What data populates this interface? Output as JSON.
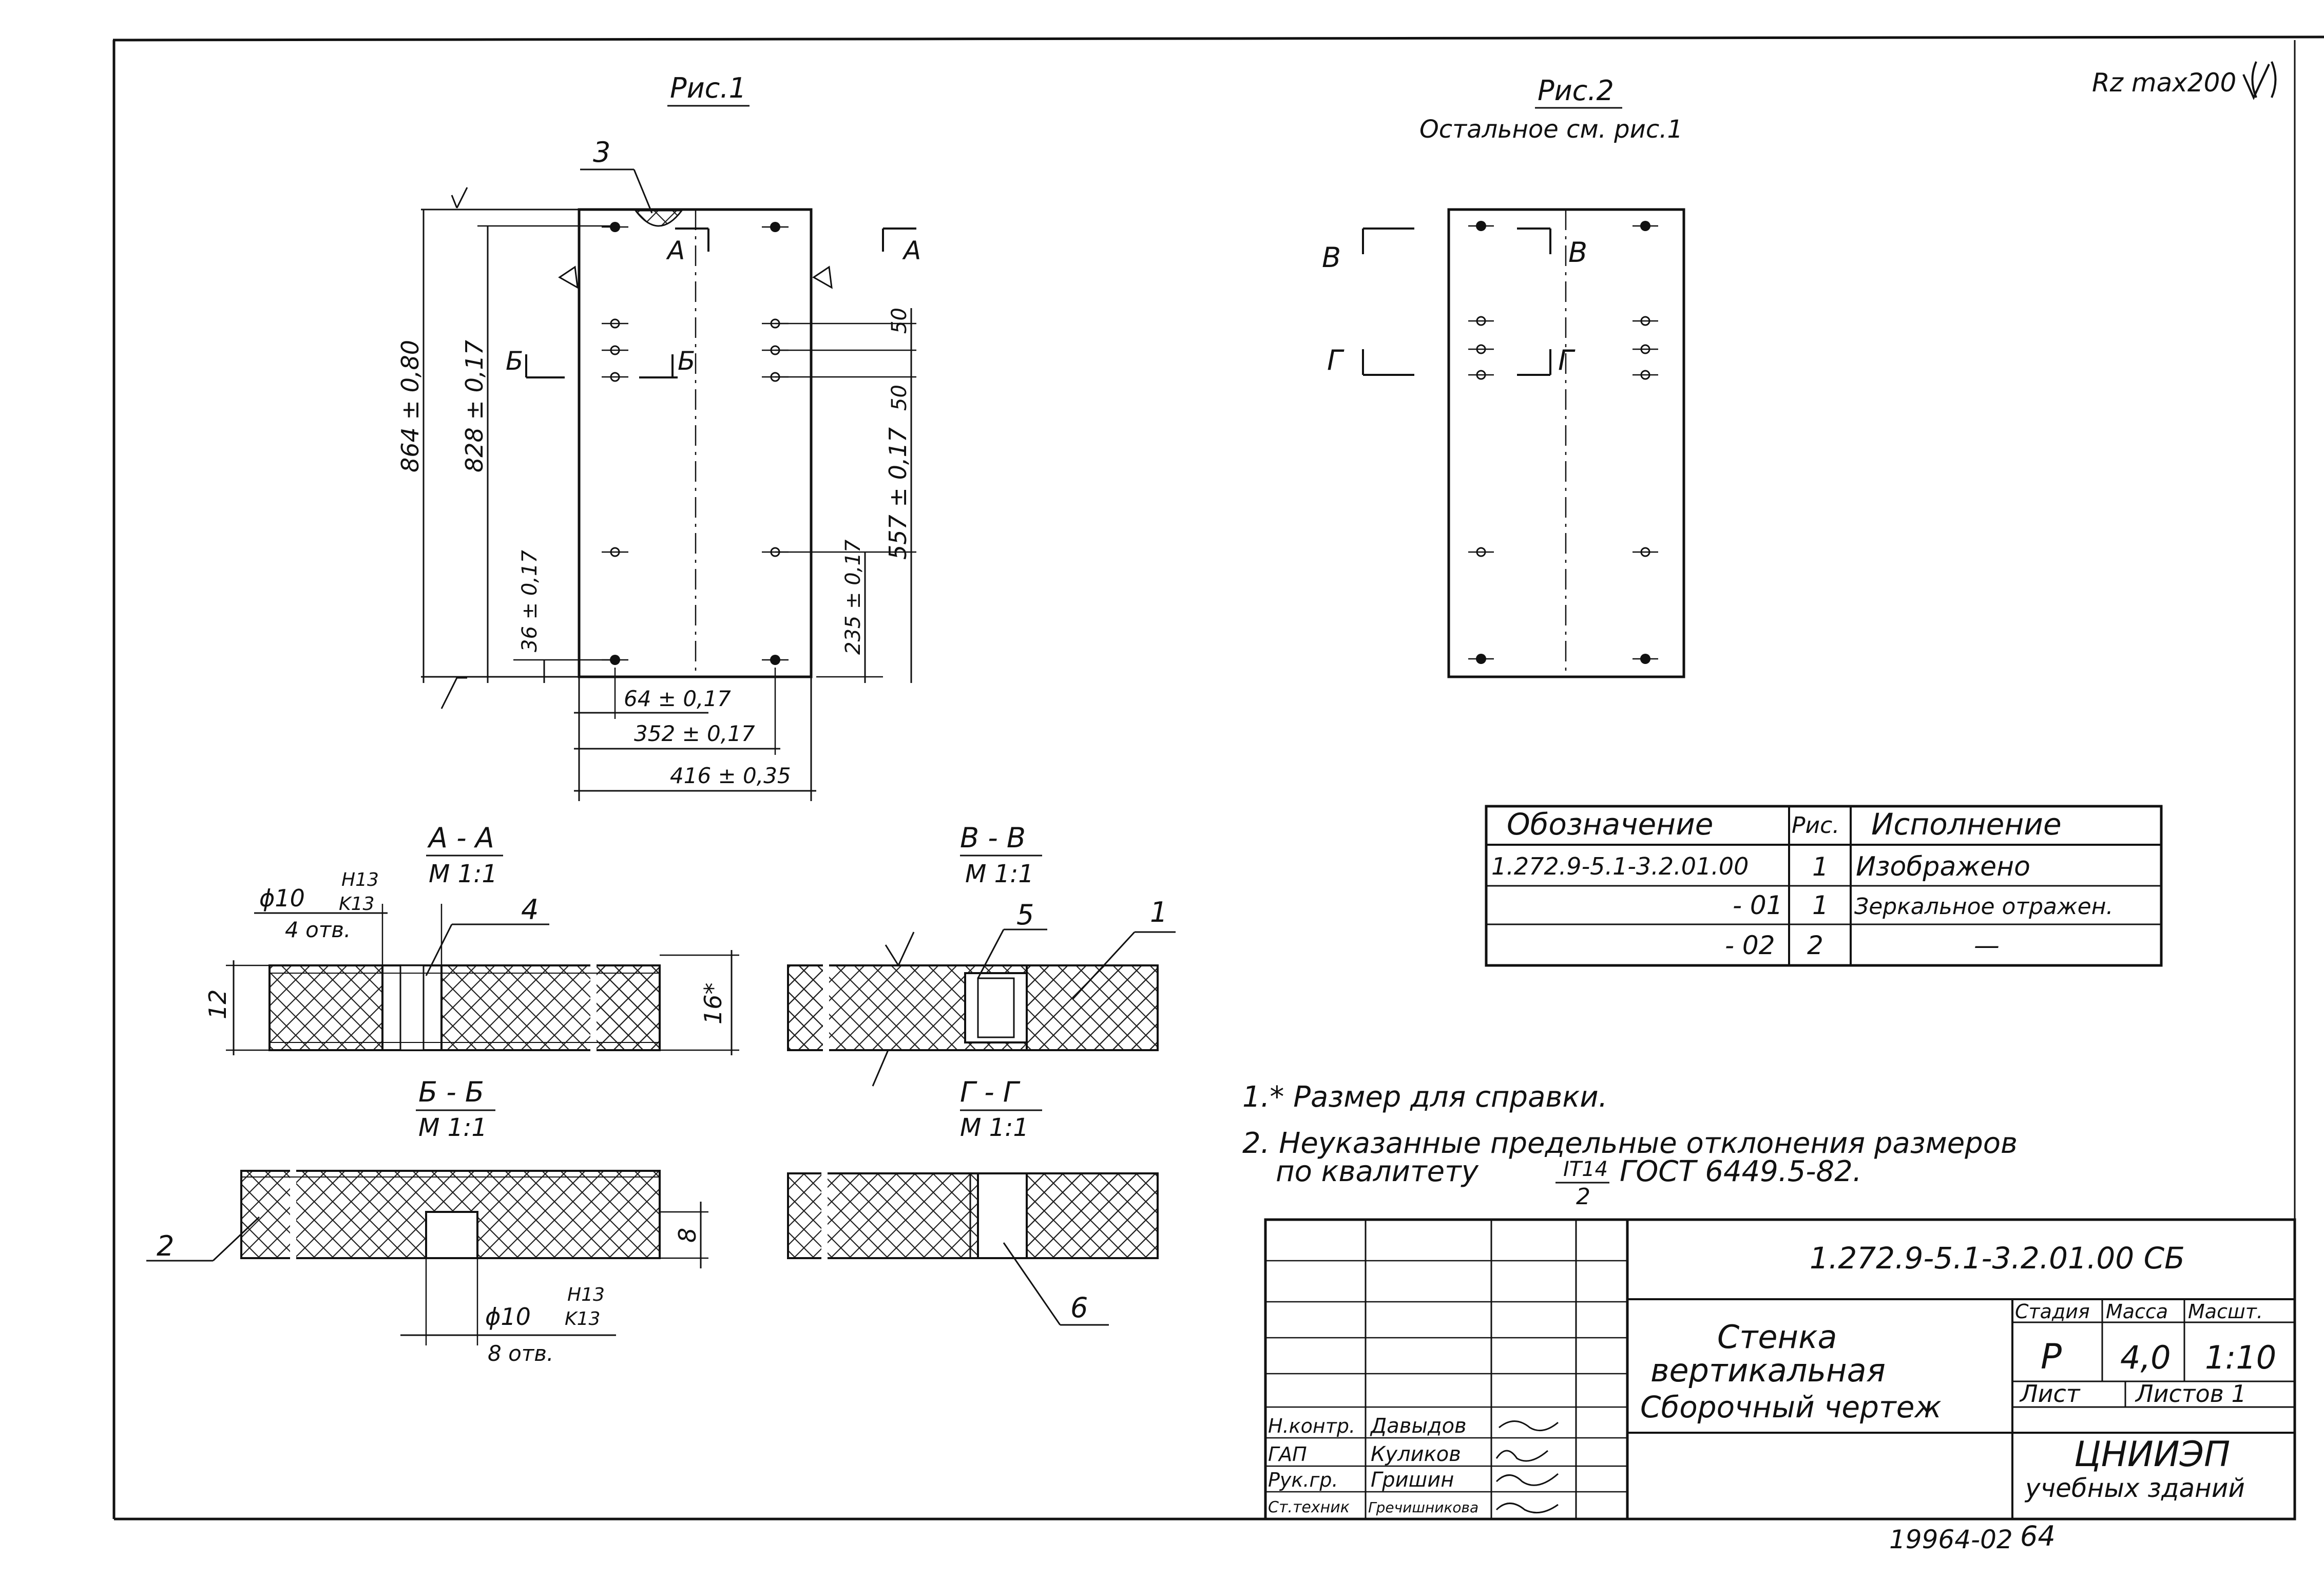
{
  "roughness": "Rz max200",
  "fig1": {
    "title": "Рис.1",
    "dims": {
      "h864": "864 ± 0,80",
      "h828": "828 ± 0,17",
      "h36": "36 ± 0,17",
      "d50a": "50",
      "d50b": "50",
      "h557": "557 ± 0,17",
      "h235": "235 ± 0,17",
      "w64": "64 ± 0,17",
      "w352": "352 ± 0,17",
      "w416": "416 ± 0,35"
    },
    "leader3": "3",
    "sec_a": "А",
    "sec_b": "Б"
  },
  "fig2": {
    "title": "Рис.2",
    "subtitle": "Остальное см. рис.1",
    "sec_v": "В",
    "sec_g": "Г"
  },
  "sections": {
    "aa": {
      "title": "А - А",
      "scale": "М 1:1",
      "hole": "ϕ10",
      "hole_tol_top": "H13",
      "hole_tol_bot": "K13",
      "count": "4 отв.",
      "dim_left": "12",
      "dim_right": "16*",
      "leader": "4"
    },
    "vv": {
      "title": "В - В",
      "scale": "М 1:1",
      "leader_a": "5",
      "leader_b": "1"
    },
    "bb": {
      "title": "Б - Б",
      "scale": "М 1:1",
      "hole": "ϕ10",
      "hole_tol_top": "H13",
      "hole_tol_bot": "K13",
      "count": "8 отв.",
      "dim_right": "8",
      "leader": "2"
    },
    "gg": {
      "title": "Г - Г",
      "scale": "М 1:1",
      "leader": "6"
    }
  },
  "table": {
    "headers": [
      "Обозначение",
      "Рис.",
      "Исполнение"
    ],
    "rows": [
      [
        "1.272.9-5.1-3.2.01.00",
        "1",
        "Изображено"
      ],
      [
        "- 01",
        "1",
        "Зеркальное отражен."
      ],
      [
        "- 02",
        "2",
        "—"
      ]
    ]
  },
  "notes": {
    "n1": "1.* Размер для справки.",
    "n2a": "2. Неуказанные предельные отклонения размеров",
    "n2b_pre": "по квалитету",
    "n2b_frac_top": "IT14",
    "n2b_frac_bot": "2",
    "n2b_post": "ГОСТ 6449.5-82."
  },
  "title_block": {
    "designation": "1.272.9-5.1-3.2.01.00 СБ",
    "name_line1": "Стенка",
    "name_line2": "вертикальная",
    "name_line3": "Сборочный чертеж",
    "stage_label": "Стадия",
    "mass_label": "Масса",
    "scale_label": "Масшт.",
    "stage": "Р",
    "mass": "4,0",
    "scale": "1:10",
    "sheet_label": "Лист",
    "sheets_label": "Листов 1",
    "org_line1": "ЦНИИЭП",
    "org_line2": "учебных зданий",
    "roles": [
      {
        "role": "Н.контр.",
        "name": "Давыдов"
      },
      {
        "role": "ГАП",
        "name": "Куликов"
      },
      {
        "role": "Рук.гр.",
        "name": "Гришин"
      },
      {
        "role": "Ст.техник",
        "name": "Гречишникова"
      }
    ]
  },
  "footer": {
    "number": "19964-02",
    "page": "64"
  }
}
